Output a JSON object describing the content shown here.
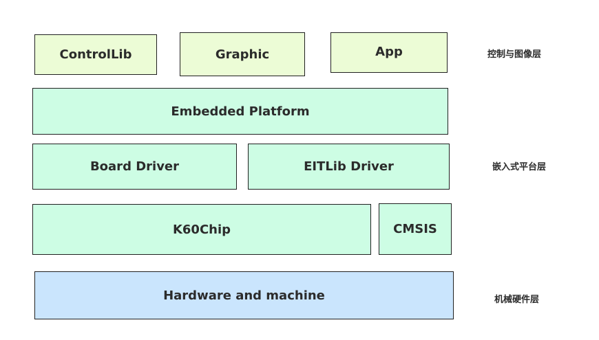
{
  "boxes": {
    "controllib": "ControlLib",
    "graphic": "Graphic",
    "app": "App",
    "embedded_platform": "Embedded Platform",
    "board_driver": "Board Driver",
    "eitlib_driver": "EITLib Driver",
    "k60chip": "K60Chip",
    "cmsis": "CMSIS",
    "hardware": "Hardware and machine"
  },
  "layers": {
    "control_graphics": "控制与图像层",
    "embedded_platform": "嵌入式平台层",
    "hardware": "机械硬件层"
  },
  "colors": {
    "top_layer_fill": "#ecfcd6",
    "middle_layer_fill": "#cdfde4",
    "hardware_fill": "#cae5fd"
  }
}
